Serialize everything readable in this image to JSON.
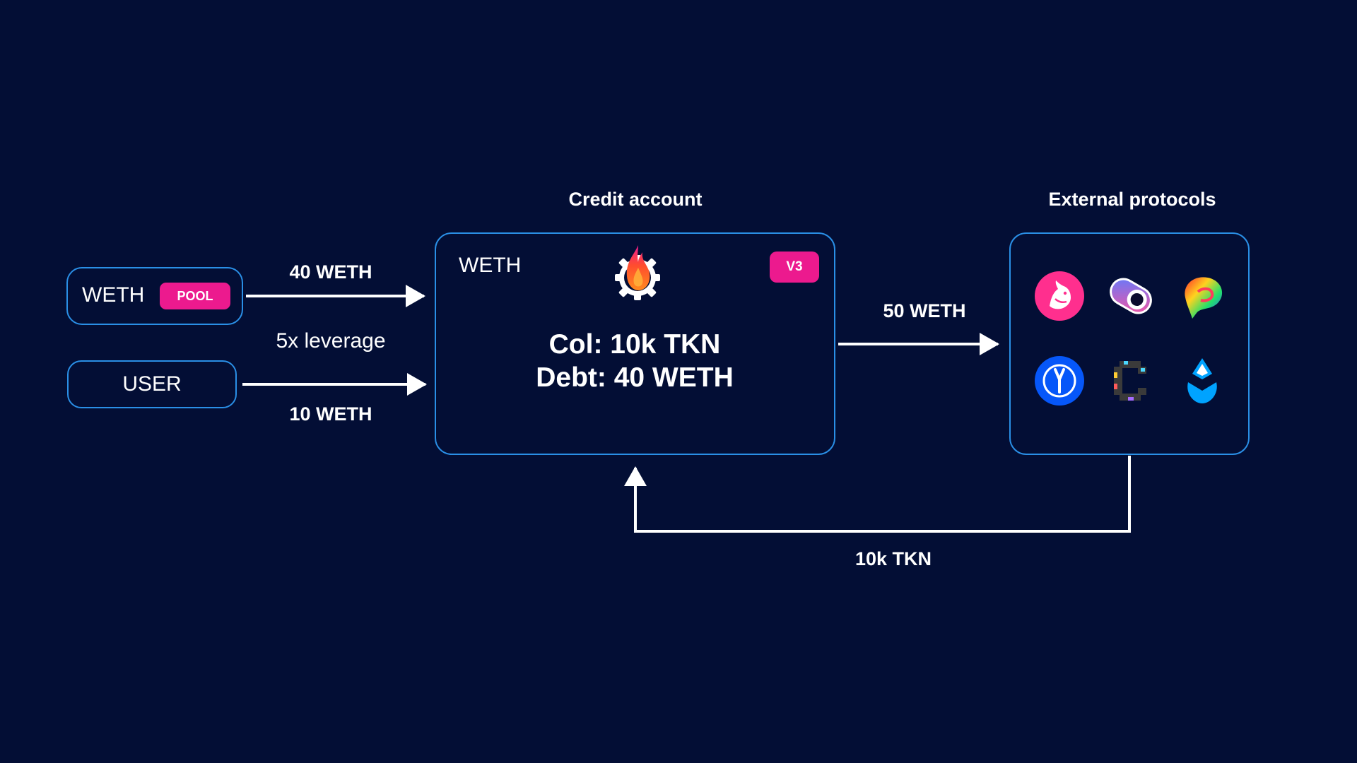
{
  "pool": {
    "asset": "WETH",
    "badge": "POOL"
  },
  "user": {
    "label": "USER"
  },
  "edges": {
    "pool_to_account": "40 WETH",
    "leverage": "5x leverage",
    "user_to_account": "10 WETH",
    "account_to_protocols": "50 WETH",
    "protocols_to_account": "10k TKN"
  },
  "credit_account": {
    "title": "Credit account",
    "asset": "WETH",
    "version_badge": "V3",
    "collateral": "Col: 10k TKN",
    "debt": "Debt: 40 WETH",
    "logo_icon": "gearbox-flame-gear-icon"
  },
  "external_protocols": {
    "title": "External protocols",
    "icons": [
      "uniswap-icon",
      "sushiswap-icon",
      "curve-icon",
      "yearn-icon",
      "convex-icon",
      "lido-icon"
    ]
  },
  "colors": {
    "background": "#030e35",
    "box_border": "#2a8fe6",
    "badge_pink": "#ec1a8e",
    "arrow": "#ffffff"
  }
}
